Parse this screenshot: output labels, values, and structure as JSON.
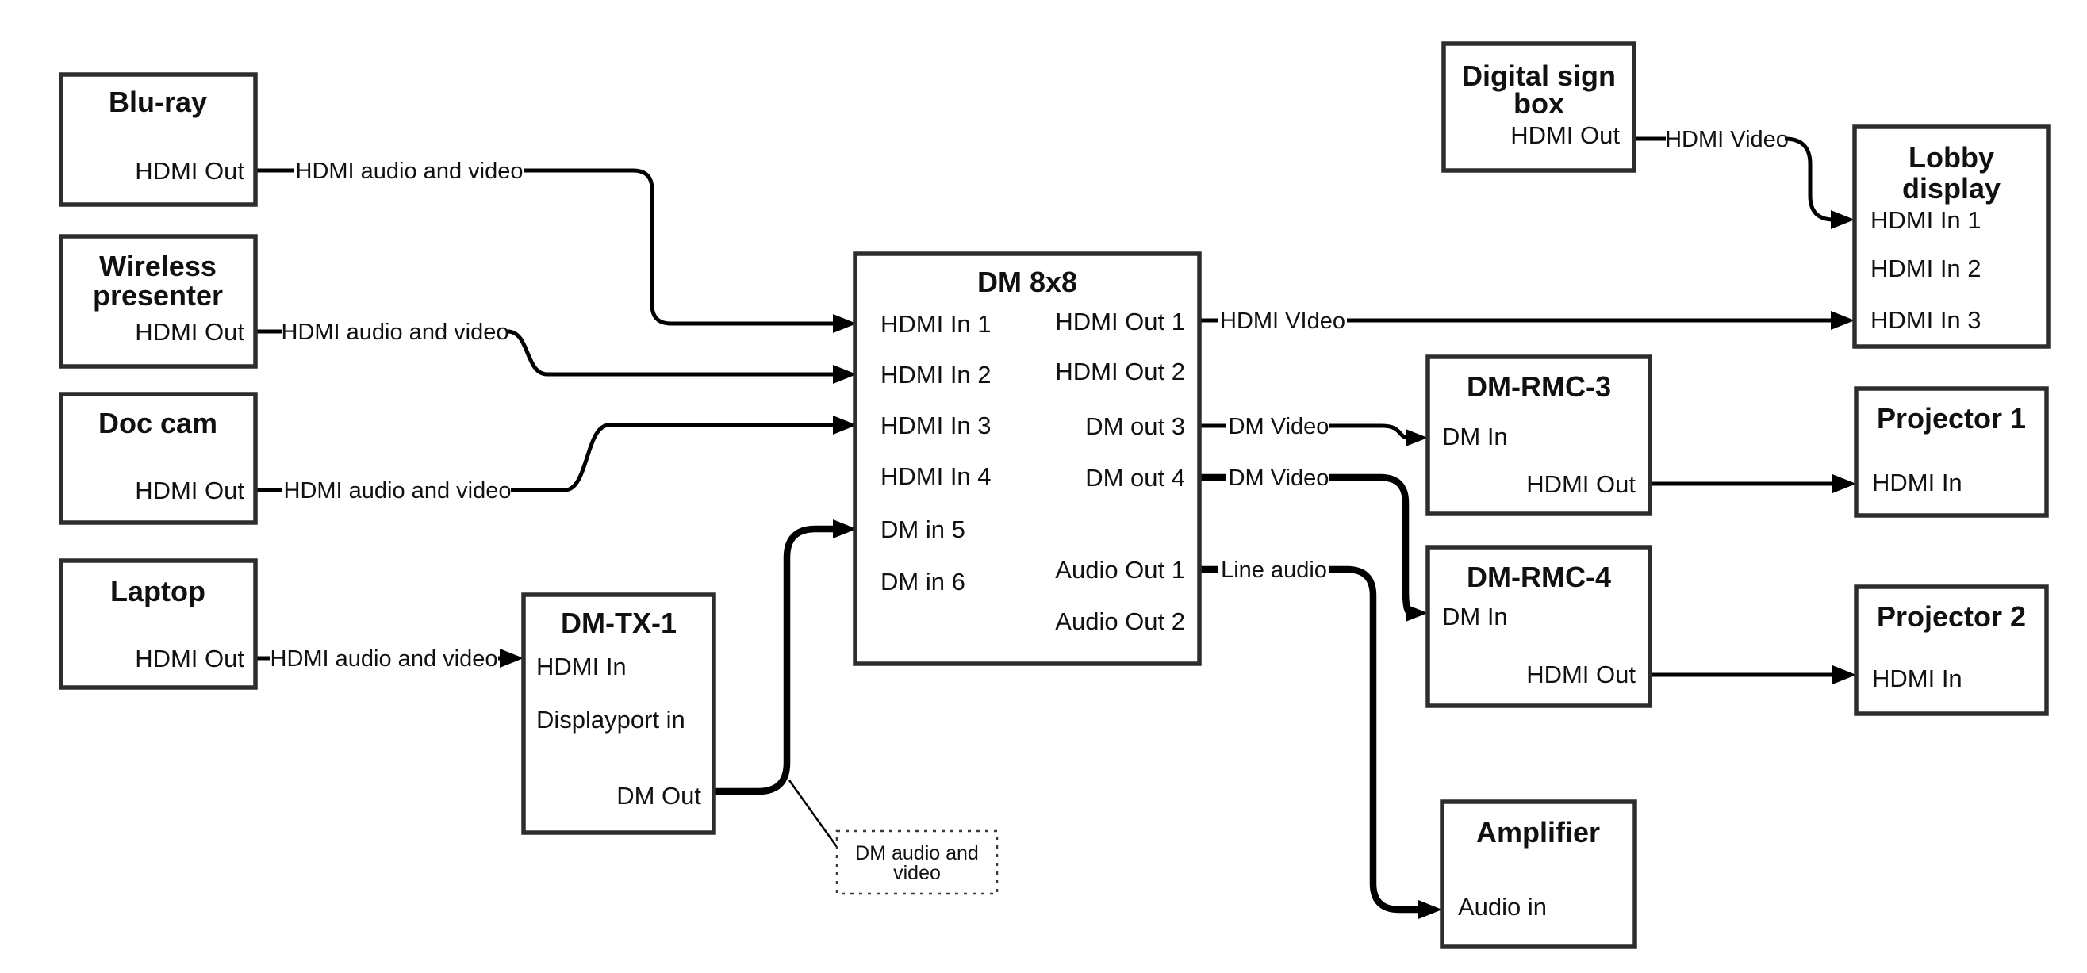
{
  "nodes": {
    "bluray": {
      "title": "Blu-ray",
      "port": "HDMI Out"
    },
    "wireless_presenter": {
      "title_line1": "Wireless",
      "title_line2": "presenter",
      "port": "HDMI Out"
    },
    "doc_cam": {
      "title": "Doc cam",
      "port": "HDMI Out"
    },
    "laptop": {
      "title": "Laptop",
      "port": "HDMI Out"
    },
    "dm_tx_1": {
      "title": "DM-TX-1",
      "port_hdmi_in": "HDMI In",
      "port_displayport_in": "Displayport in",
      "port_dm_out": "DM Out"
    },
    "dm_8x8": {
      "title": "DM 8x8",
      "inputs": [
        "HDMI In 1",
        "HDMI In 2",
        "HDMI In 3",
        "HDMI In 4",
        "DM in 5",
        "DM in 6"
      ],
      "outputs": [
        "HDMI Out 1",
        "HDMI Out 2",
        "DM out 3",
        "DM out 4",
        "Audio Out 1",
        "Audio Out 2"
      ]
    },
    "digital_sign_box": {
      "title_line1": "Digital sign",
      "title_line2": "box",
      "port": "HDMI Out"
    },
    "lobby_display": {
      "title_line1": "Lobby",
      "title_line2": "display",
      "inputs": [
        "HDMI In 1",
        "HDMI In 2",
        "HDMI In 3"
      ]
    },
    "dm_rmc_3": {
      "title": "DM-RMC-3",
      "port_dm_in": "DM In",
      "port_hdmi_out": "HDMI Out"
    },
    "dm_rmc_4": {
      "title": "DM-RMC-4",
      "port_dm_in": "DM In",
      "port_hdmi_out": "HDMI Out"
    },
    "projector_1": {
      "title": "Projector 1",
      "port": "HDMI In"
    },
    "projector_2": {
      "title": "Projector 2",
      "port": "HDMI In"
    },
    "amplifier": {
      "title": "Amplifier",
      "port": "Audio in"
    }
  },
  "wire_labels": {
    "bluray_to_switch": "HDMI audio and video",
    "wireless_to_switch": "HDMI audio and video",
    "doccam_to_switch": "HDMI audio and video",
    "laptop_to_tx": "HDMI audio and video",
    "hdmi_out_1": "HDMI VIdeo",
    "sign_to_lobby": "HDMI Video",
    "dm_out_3": "DM Video",
    "dm_out_4": "DM Video",
    "audio_out_1": "Line audio",
    "callout_line1": "DM audio and",
    "callout_line2": "video"
  },
  "colors": {
    "wire": "#000000",
    "box_border": "#2d2d2d",
    "text": "#111111",
    "background": "#ffffff"
  }
}
